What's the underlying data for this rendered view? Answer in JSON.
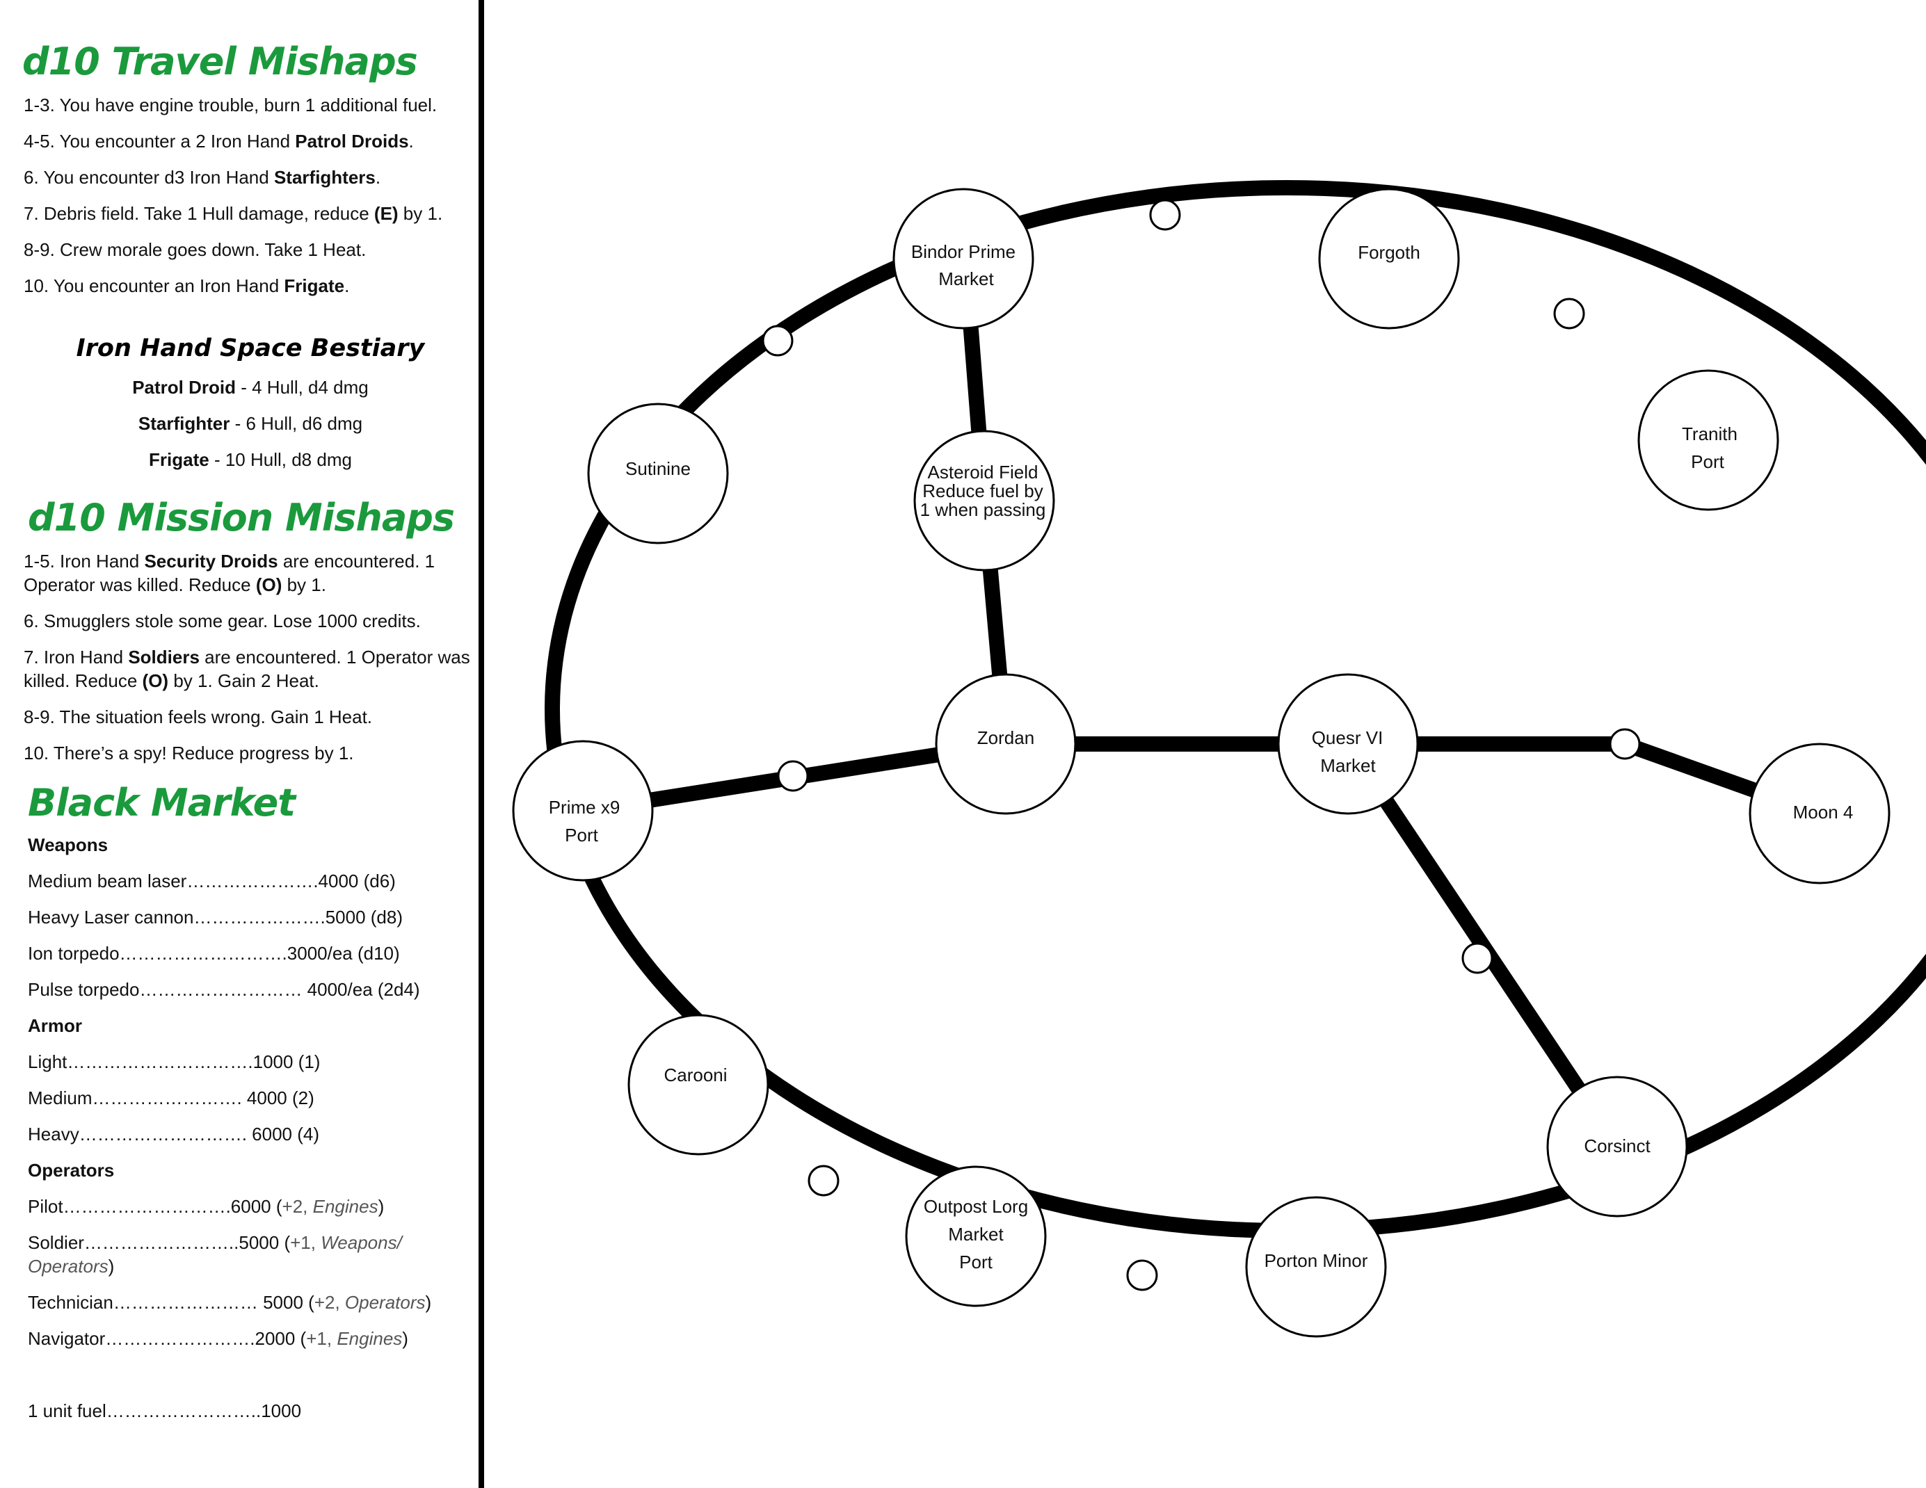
{
  "travel": {
    "heading": "d10 Travel Mishaps",
    "items": [
      {
        "pre": "1-3. You have engine trouble, burn 1 additional fuel.",
        "b": "",
        "post": ""
      },
      {
        "pre": "4-5. You encounter a 2 Iron Hand ",
        "b": "Patrol Droids",
        "post": "."
      },
      {
        "pre": "6. You encounter d3 Iron Hand ",
        "b": "Starfighters",
        "post": "."
      },
      {
        "pre": "7. Debris field. Take 1 Hull damage, reduce ",
        "b": "(E)",
        "post": " by 1."
      },
      {
        "pre": "8-9. Crew morale goes down. Take 1 Heat.",
        "b": "",
        "post": ""
      },
      {
        "pre": "10. You encounter an Iron Hand ",
        "b": "Frigate",
        "post": "."
      }
    ]
  },
  "bestiary": {
    "heading": "Iron Hand Space Bestiary",
    "entries": [
      {
        "name": "Patrol Droid",
        "stats": " - 4 Hull, d4 dmg"
      },
      {
        "name": "Starfighter",
        "stats": " - 6 Hull, d6 dmg"
      },
      {
        "name": "Frigate",
        "stats": " - 10 Hull, d8 dmg"
      }
    ]
  },
  "mission": {
    "heading": "d10 Mission Mishaps",
    "items": [
      {
        "a": "1-5. Iron Hand ",
        "b": "Security Droids",
        "c": " are encountered. 1 Operator was killed. Reduce ",
        "d": "(O)",
        "e": " by 1."
      },
      {
        "a": "6. Smugglers stole some gear. Lose 1000 credits.",
        "b": "",
        "c": "",
        "d": "",
        "e": ""
      },
      {
        "a": "7. Iron Hand ",
        "b": "Soldiers",
        "c": " are encountered. 1 Operator was killed. Reduce ",
        "d": "(O)",
        "e": " by 1. Gain 2 Heat."
      },
      {
        "a": "8-9. The situation feels wrong. Gain 1 Heat.",
        "b": "",
        "c": "",
        "d": "",
        "e": ""
      },
      {
        "a": "10. There’s a spy! Reduce progress by 1.",
        "b": "",
        "c": "",
        "d": "",
        "e": ""
      }
    ]
  },
  "market": {
    "heading": "Black Market",
    "weapons_label": "Weapons",
    "weapons": [
      "Medium beam laser………………….4000 (d6)",
      "Heavy Laser cannon………………….5000 (d8)",
      "Ion torpedo……………………….3000/ea (d10)",
      "Pulse torpedo……………………… 4000/ea (2d4)"
    ],
    "armor_label": "Armor",
    "armor": [
      "Light………………………….1000 (1)",
      "Medium……………………. 4000 (2)",
      "Heavy………………………. 6000 (4)"
    ],
    "operators_label": "Operators",
    "operators": [
      {
        "base": "Pilot……………………….6000 (",
        "bonus": "+2, ",
        "skill": "Engines",
        "end": ")"
      },
      {
        "base": "Soldier……………………..5000 (",
        "bonus": "+1,  ",
        "skill": "Weapons/ Operators",
        "end": ")"
      },
      {
        "base": "Technician…………………… 5000 (",
        "bonus": "+2, ",
        "skill": "Operators",
        "end": ")"
      },
      {
        "base": "Navigator…………………….2000 (",
        "bonus": "+1, ",
        "skill": "Engines",
        "end": ")"
      }
    ],
    "fuel": "1 unit fuel……………………..1000"
  },
  "map": {
    "nodes": [
      {
        "id": "bindor",
        "lines": [
          "Bindor Prime",
          "Market"
        ]
      },
      {
        "id": "forgoth",
        "lines": [
          "Forgoth"
        ]
      },
      {
        "id": "tranith",
        "lines": [
          "Tranith",
          "Port"
        ]
      },
      {
        "id": "sutinine",
        "lines": [
          "Sutinine"
        ]
      },
      {
        "id": "asteroid",
        "lines": [
          "Asteroid Field",
          "Reduce fuel by",
          "1 when passing"
        ]
      },
      {
        "id": "zordan",
        "lines": [
          "Zordan"
        ]
      },
      {
        "id": "quesr",
        "lines": [
          "Quesr VI",
          "Market"
        ]
      },
      {
        "id": "moon4",
        "lines": [
          "Moon 4"
        ]
      },
      {
        "id": "prime",
        "lines": [
          "Prime x9",
          "Port"
        ]
      },
      {
        "id": "carooni",
        "lines": [
          "Carooni"
        ]
      },
      {
        "id": "corsinct",
        "lines": [
          "Corsinct"
        ]
      },
      {
        "id": "outpost",
        "lines": [
          "Outpost Lorg",
          "Market",
          "Port"
        ]
      },
      {
        "id": "porton",
        "lines": [
          "Porton Minor"
        ]
      }
    ]
  }
}
